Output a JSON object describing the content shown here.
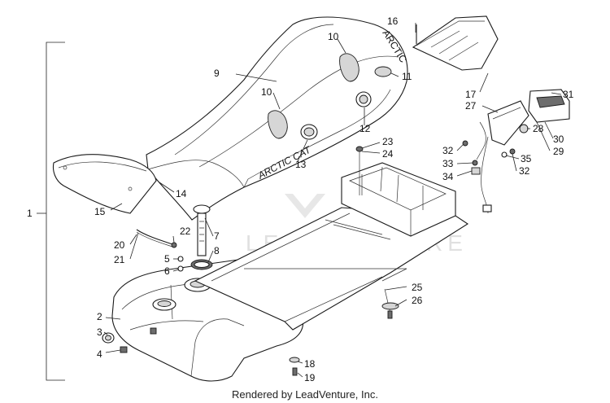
{
  "diagram": {
    "callouts": [
      "1",
      "2",
      "3",
      "4",
      "5",
      "6",
      "7",
      "8",
      "9",
      "10",
      "10",
      "11",
      "12",
      "13",
      "14",
      "15",
      "16",
      "17",
      "18",
      "19",
      "20",
      "21",
      "22",
      "23",
      "24",
      "25",
      "26",
      "27",
      "28",
      "29",
      "30",
      "31",
      "32",
      "32",
      "33",
      "34",
      "35"
    ],
    "seat_branding": "ARCTIC CAT",
    "seat_side_text": "ARCTIC",
    "watermark_text": "LEADVENTURE",
    "footer_text": "Rendered by LeadVenture, Inc."
  }
}
